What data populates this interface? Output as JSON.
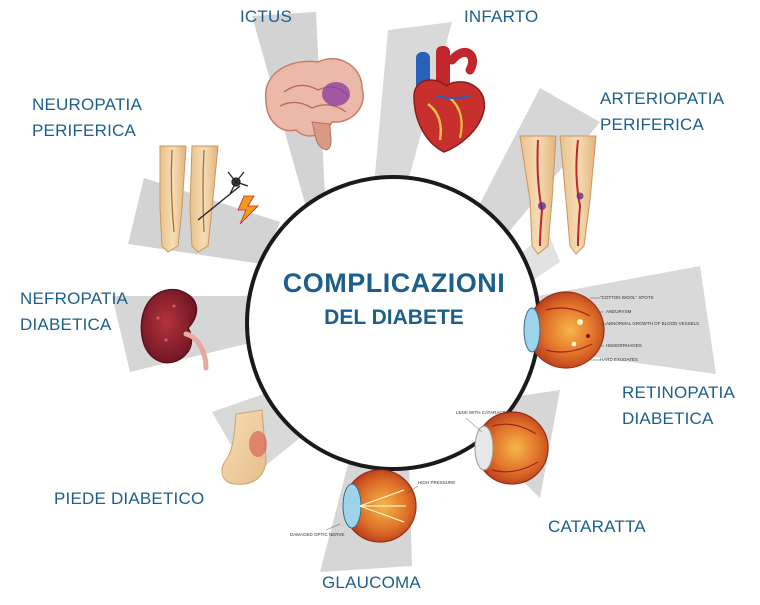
{
  "center": {
    "title_line1": "COMPLICAZIONI",
    "title_line2": "DEL DIABETE"
  },
  "complications": {
    "ictus": {
      "label": "ICTUS",
      "icon": "brain-icon"
    },
    "infarto": {
      "label": "INFARTO",
      "icon": "heart-icon"
    },
    "arteriopatia": {
      "line1": "ARTERIOPATIA",
      "line2": "PERIFERICA",
      "icon": "legs-arteries-icon"
    },
    "retinopatia": {
      "line1": "RETINOPATIA",
      "line2": "DIABETICA",
      "icon": "eye-retina-icon",
      "annotations": [
        "\"COTTON WOOL\" SPOTS",
        "ANEURYSM",
        "ABNORMAL GROWTH OF BLOOD VESSELS",
        "HEMORRHAGES",
        "HARD EXUDATES"
      ]
    },
    "cataratta": {
      "label": "CATARATTA",
      "icon": "eye-cataract-icon",
      "annotations": [
        "LENS WITH CATARACTS"
      ]
    },
    "glaucoma": {
      "label": "GLAUCOMA",
      "icon": "eye-glaucoma-icon",
      "annotations": [
        "HIGH PRESSURE",
        "DAMAGED OPTIC NERVE"
      ]
    },
    "piede": {
      "label": "PIEDE DIABETICO",
      "icon": "foot-icon"
    },
    "nefropatia": {
      "line1": "NEFROPATIA",
      "line2": "DIABETICA",
      "icon": "kidney-icon"
    },
    "neuropatia": {
      "line1": "NEUROPATIA",
      "line2": "PERIFERICA",
      "icon": "legs-nerve-icon"
    }
  },
  "colors": {
    "label_text": "#1d5f8c",
    "ray_fill": "#d6d6d6",
    "circle_stroke": "#1a1a1a",
    "background": "#ffffff"
  }
}
